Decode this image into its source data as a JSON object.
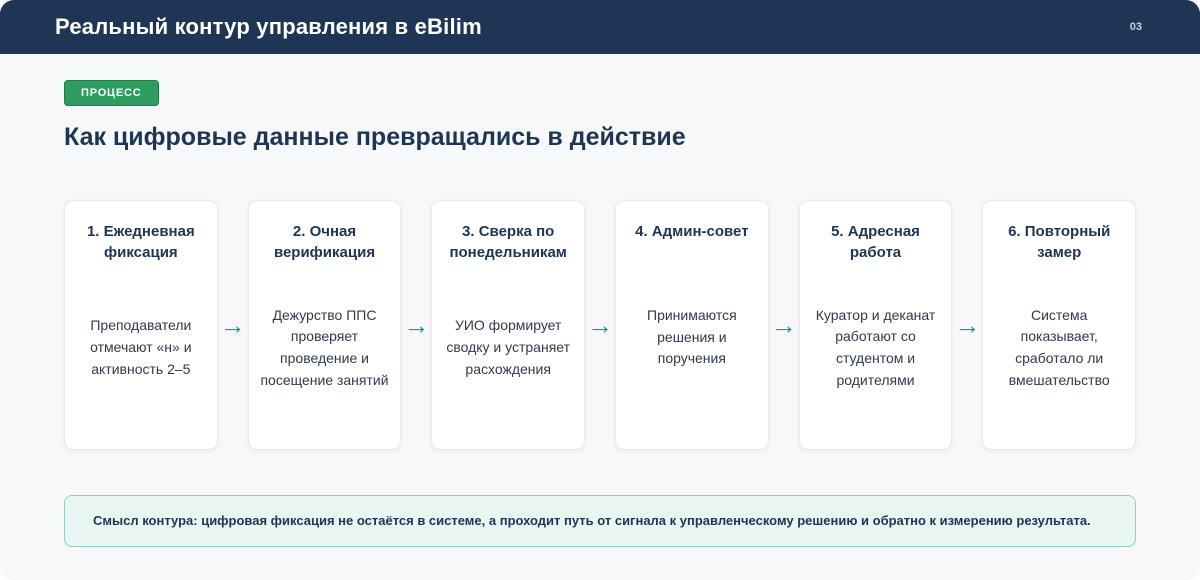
{
  "header": {
    "title": "Реальный контур управления в eBilim",
    "page_number": "03"
  },
  "badge_label": "ПРОЦЕСС",
  "heading": "Как цифровые данные превращались в действие",
  "arrow_icon": "→",
  "steps": [
    {
      "title": "1. Ежедневная фиксация",
      "description": "Преподаватели отмечают «н» и активность 2–5"
    },
    {
      "title": "2. Очная верификация",
      "description": "Дежурство ППС проверяет проведение и посещение занятий"
    },
    {
      "title": "3. Сверка по понедельникам",
      "description": "УИО формирует сводку и устраняет расхождения"
    },
    {
      "title": "4. Админ-совет",
      "description": "Принимаются решения и поручения"
    },
    {
      "title": "5. Адресная работа",
      "description": "Куратор и деканат работают со студентом и родителями"
    },
    {
      "title": "6. Повторный замер",
      "description": "Система показывает, сработало ли вмешательство"
    }
  ],
  "callout_text": "Смысл контура: цифровая фиксация не остаётся в системе, а проходит путь от сигнала к управленческому решению и обратно к измерению результата.",
  "colors": {
    "header_bg": "#1f3556",
    "accent_green": "#2e9d5f",
    "arrow_teal": "#0f9b8e",
    "heading_navy": "#1e3553",
    "callout_bg": "#e8f5f1",
    "callout_border": "#8fd0c4"
  }
}
